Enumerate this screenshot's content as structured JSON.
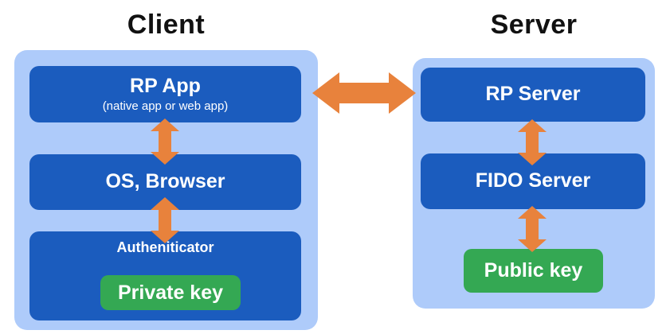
{
  "colors": {
    "container_bg": "#AECBFA",
    "box_bg": "#1B5CBE",
    "key_bg": "#34A853",
    "arrow": "#E8823C",
    "title_text": "#111111",
    "box_text": "#FFFFFF"
  },
  "client": {
    "title": "Client",
    "boxes": {
      "rp_app": {
        "label": "RP App",
        "sublabel": "(native app or web app)"
      },
      "os_browser": {
        "label": "OS, Browser"
      },
      "authenticator": {
        "label": "Autheniticator",
        "key_label": "Private key"
      }
    }
  },
  "server": {
    "title": "Server",
    "boxes": {
      "rp_server": {
        "label": "RP Server"
      },
      "fido_server": {
        "label": "FIDO Server"
      },
      "public_key": {
        "label": "Public key"
      }
    }
  },
  "icons": {
    "horizontal_double_arrow": "left-right-double-arrow",
    "vertical_double_arrow": "up-down-double-arrow"
  }
}
